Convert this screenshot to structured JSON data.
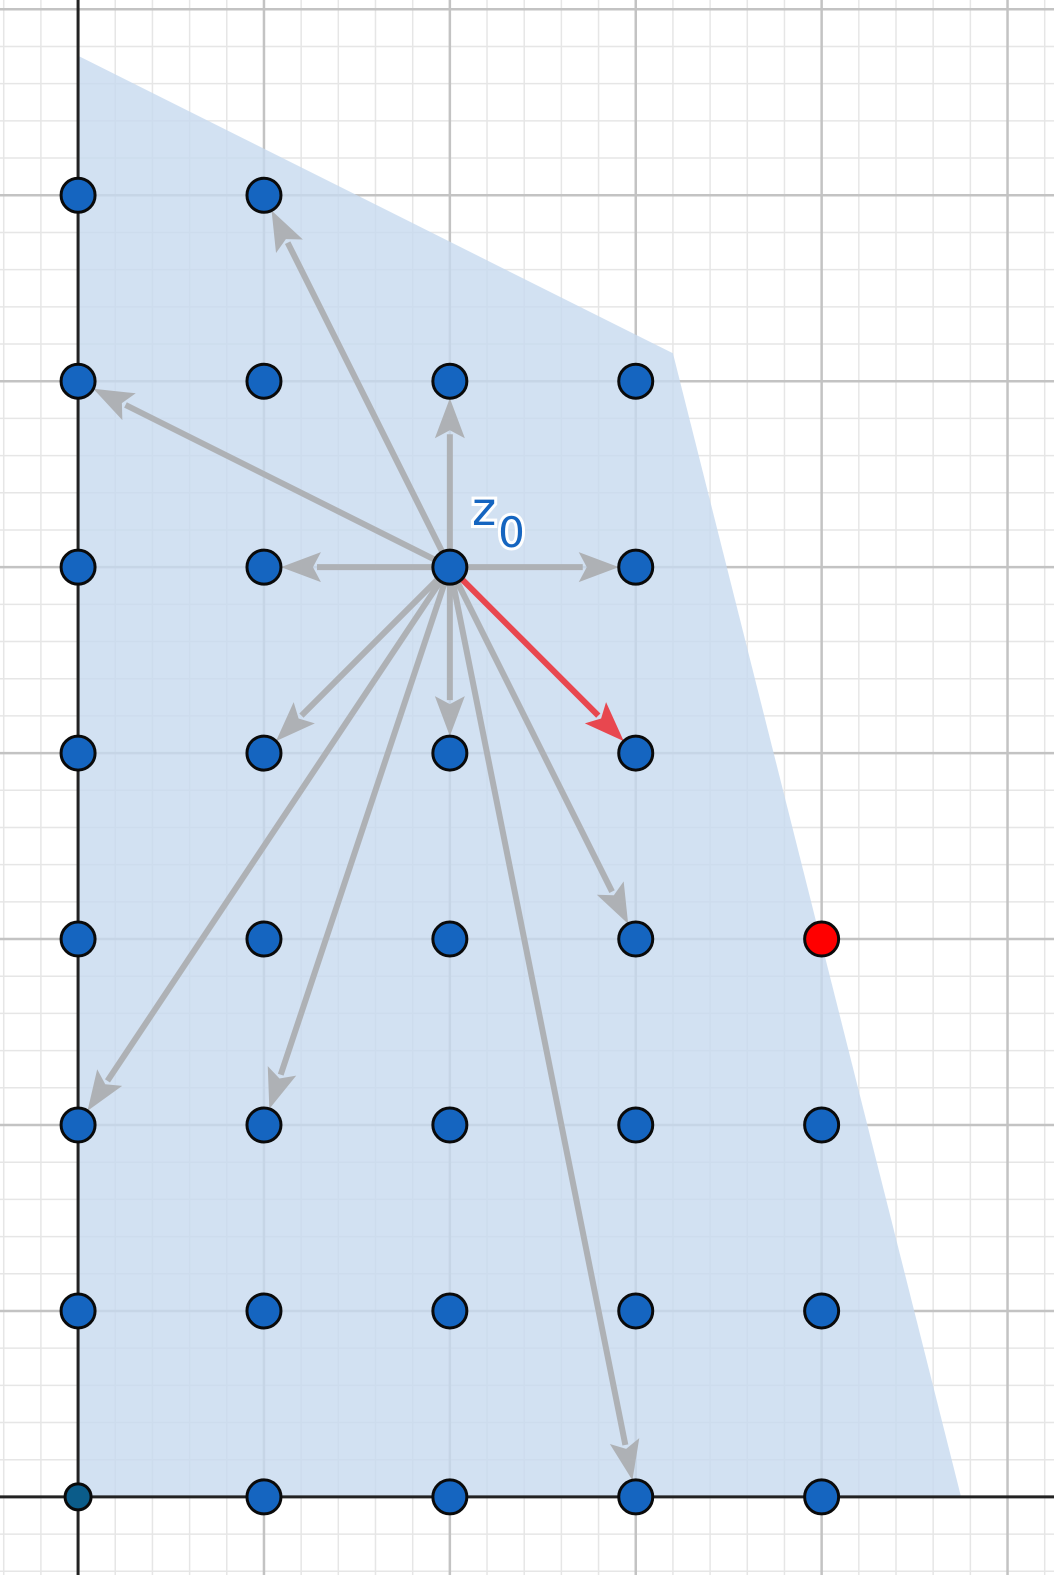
{
  "diagram": {
    "start_label": "z",
    "start_label_subscript": "0",
    "colors": {
      "region_fill": "#c7d9ef",
      "point_fill": "#1565c0",
      "point_stroke": "#0a0a0a",
      "origin_point_fill": "#0b5c8a",
      "highlight_point_fill": "#ff0000",
      "arrow_gray": "#aeb1b5",
      "arrow_highlight": "#e8474f",
      "label_color": "#1565c0",
      "grid_major": "#c3c3c3",
      "grid_minor": "#e6e6e6",
      "axis": "#222222"
    }
  },
  "chart_data": {
    "type": "scatter",
    "title": "",
    "xlabel": "",
    "ylabel": "",
    "xlim": [
      -0.42,
      5.25
    ],
    "ylim": [
      -0.42,
      8.05
    ],
    "grid": true,
    "feasible_region": [
      [
        0,
        7.75
      ],
      [
        3.2,
        6.15
      ],
      [
        4.75,
        0
      ],
      [
        0,
        0
      ]
    ],
    "start_point": [
      2,
      5
    ],
    "lattice_points": [
      [
        0,
        7
      ],
      [
        1,
        7
      ],
      [
        0,
        6
      ],
      [
        1,
        6
      ],
      [
        2,
        6
      ],
      [
        3,
        6
      ],
      [
        0,
        5
      ],
      [
        1,
        5
      ],
      [
        2,
        5
      ],
      [
        3,
        5
      ],
      [
        0,
        4
      ],
      [
        1,
        4
      ],
      [
        2,
        4
      ],
      [
        3,
        4
      ],
      [
        0,
        3
      ],
      [
        1,
        3
      ],
      [
        2,
        3
      ],
      [
        3,
        3
      ],
      [
        0,
        2
      ],
      [
        1,
        2
      ],
      [
        2,
        2
      ],
      [
        3,
        2
      ],
      [
        4,
        2
      ],
      [
        0,
        1
      ],
      [
        1,
        1
      ],
      [
        2,
        1
      ],
      [
        3,
        1
      ],
      [
        4,
        1
      ],
      [
        0,
        0
      ],
      [
        1,
        0
      ],
      [
        2,
        0
      ],
      [
        3,
        0
      ],
      [
        4,
        0
      ]
    ],
    "origin_point": [
      0,
      0
    ],
    "highlighted_point": [
      4,
      3
    ],
    "arrows": [
      {
        "to": [
          1,
          7
        ]
      },
      {
        "to": [
          0,
          6
        ]
      },
      {
        "to": [
          2,
          6
        ]
      },
      {
        "to": [
          1,
          5
        ]
      },
      {
        "to": [
          3,
          5
        ]
      },
      {
        "to": [
          1,
          4
        ]
      },
      {
        "to": [
          2,
          4
        ]
      },
      {
        "to": [
          3,
          3
        ]
      },
      {
        "to": [
          0,
          2
        ]
      },
      {
        "to": [
          1,
          2
        ]
      },
      {
        "to": [
          3,
          0
        ]
      },
      {
        "to": [
          3,
          4
        ],
        "highlight": true
      }
    ]
  }
}
